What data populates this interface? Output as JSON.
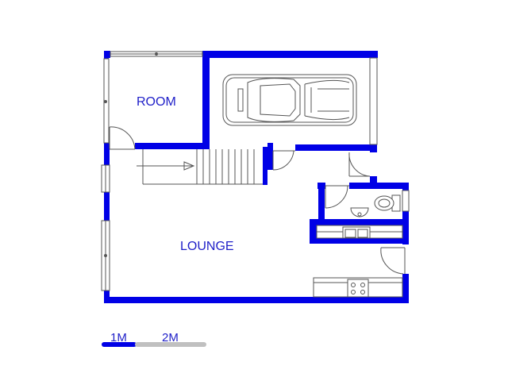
{
  "rooms": {
    "room_label": "ROOM",
    "lounge_label": "LOUNGE"
  },
  "scale": {
    "label_1": "1M",
    "label_2": "2M"
  },
  "colors": {
    "wall": "#0000e6",
    "line": "#555555",
    "scale_dark": "#0000e6",
    "scale_light": "#c0c0c0"
  },
  "icons": [
    "car-icon",
    "stairs-icon",
    "toilet-icon",
    "basin-icon",
    "sink-icon",
    "stove-icon",
    "door-swing-icon"
  ]
}
